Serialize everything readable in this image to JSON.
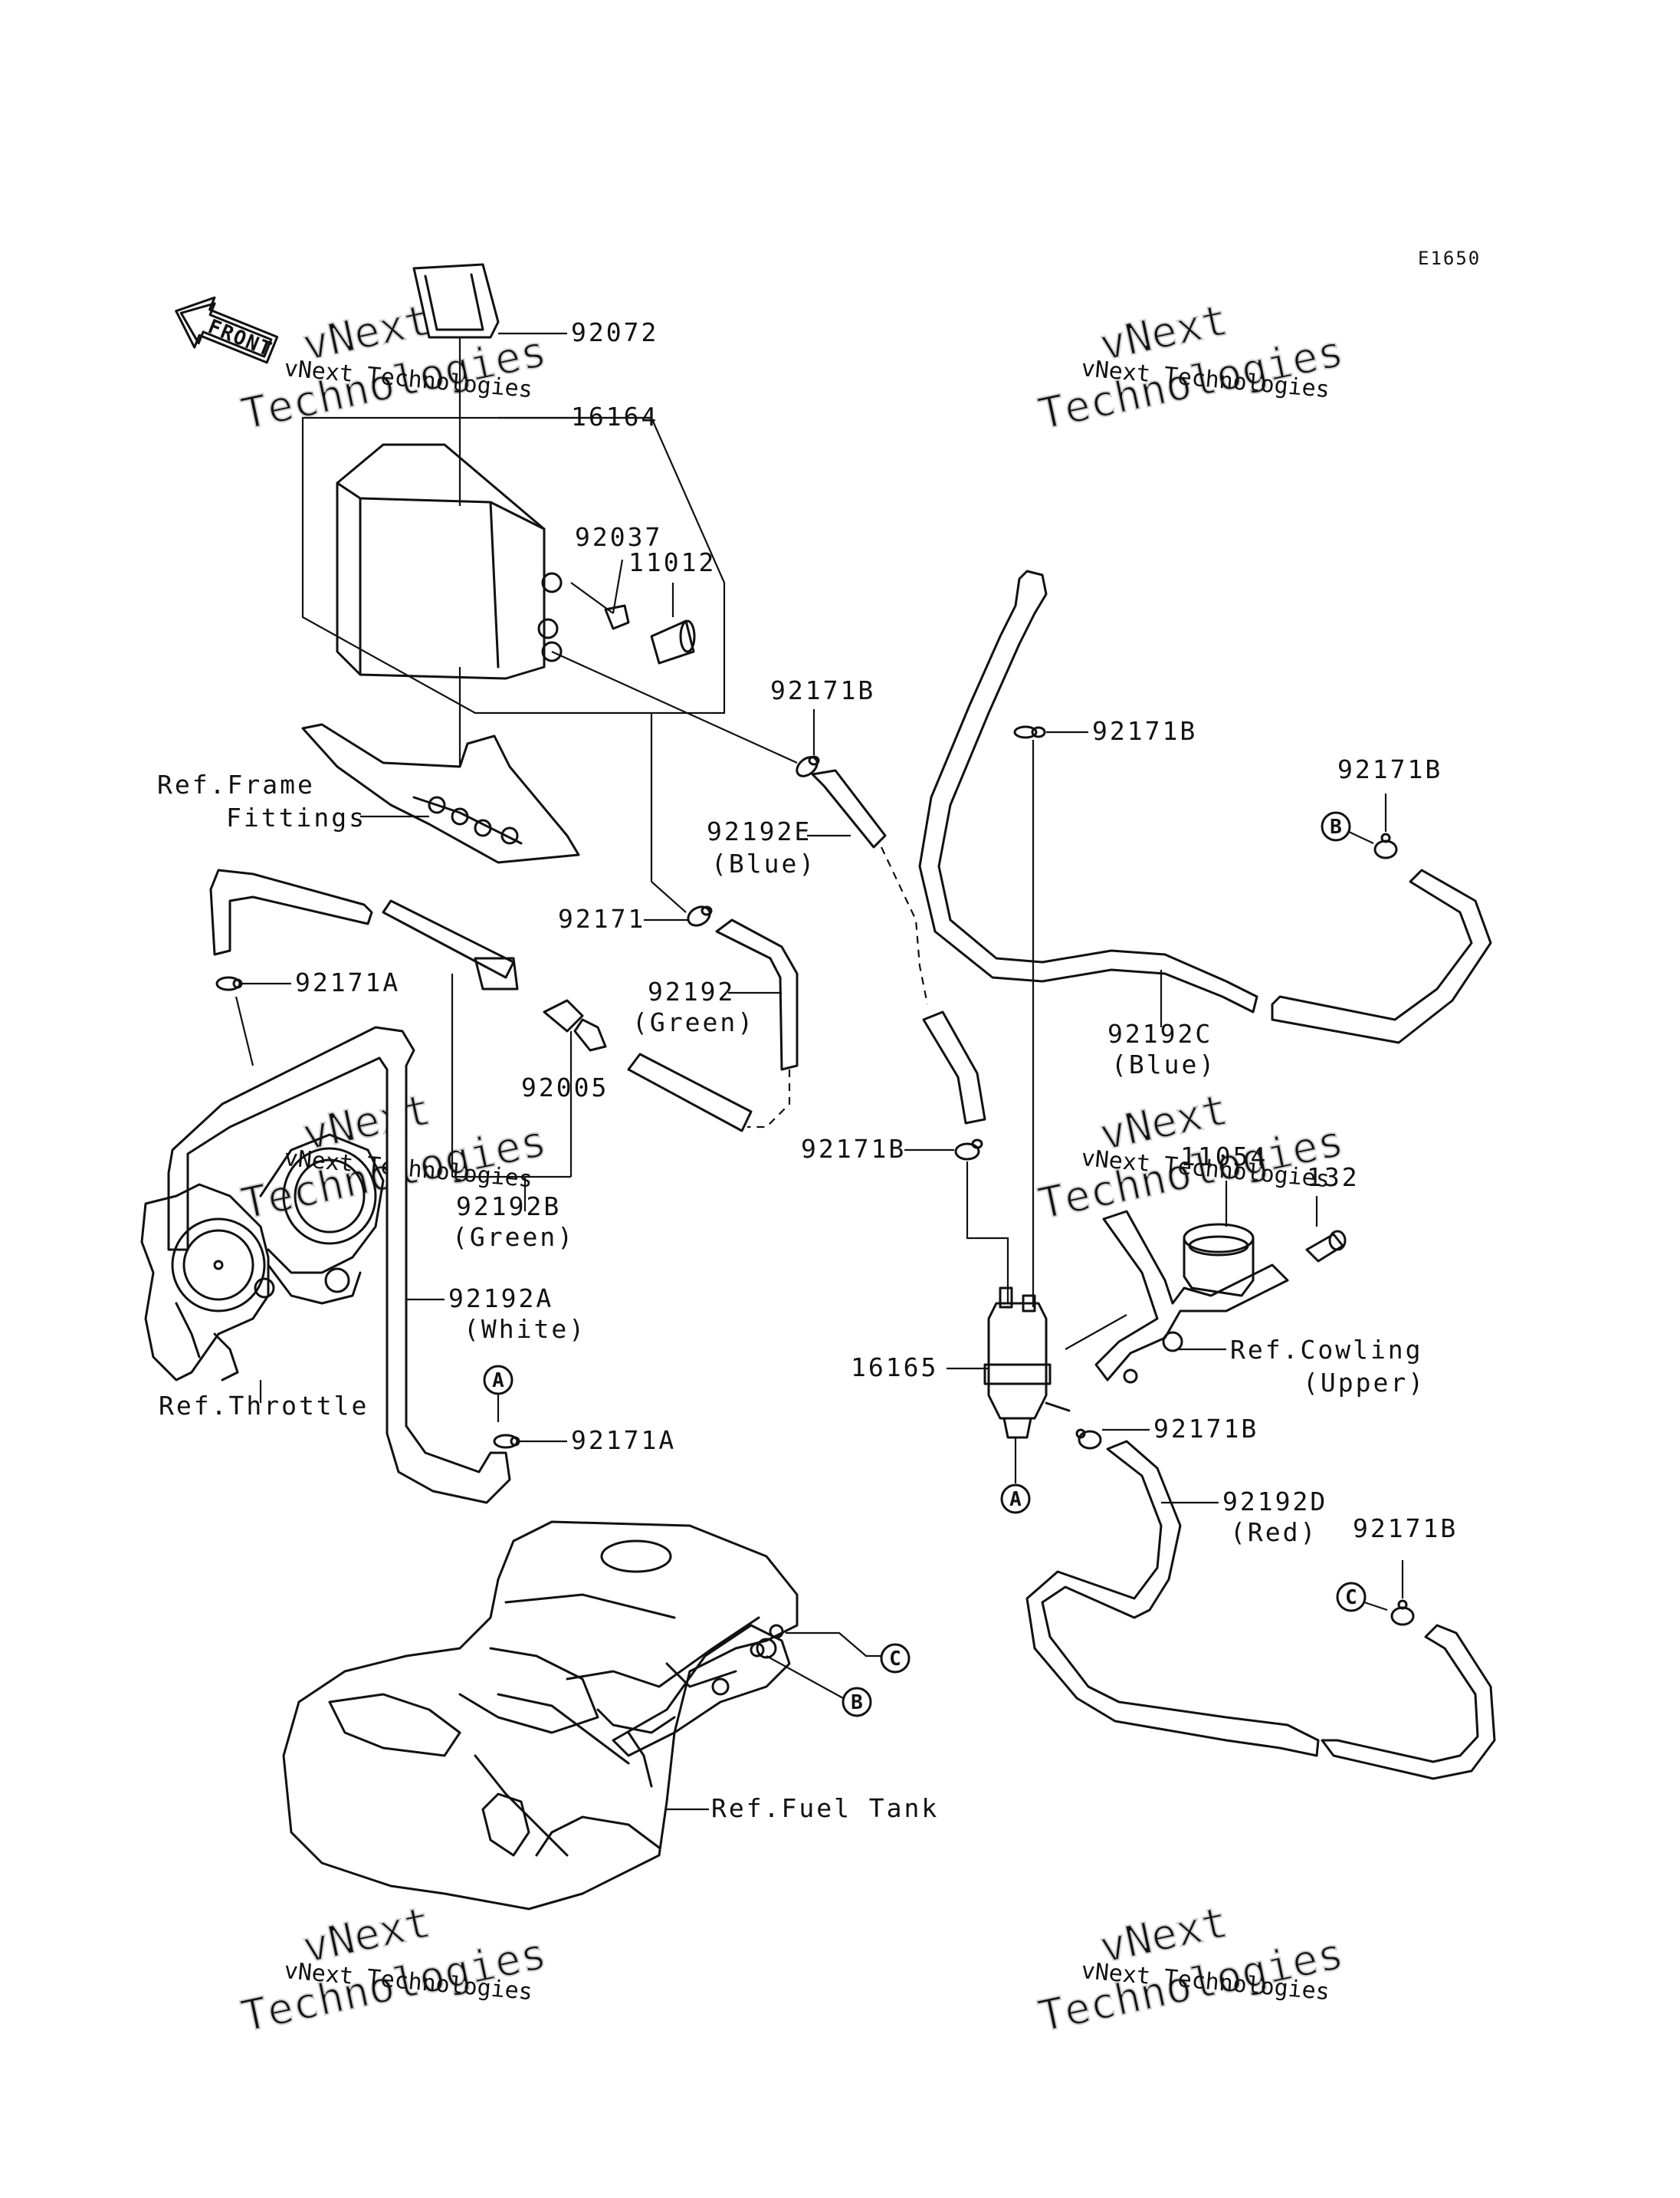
{
  "diagram_code": "E1650",
  "front_label": "FRONT",
  "watermark": {
    "big": "vNext",
    "big2": "Technologies",
    "small": "vNext Technologies"
  },
  "labels": {
    "p92072": "92072",
    "p16164": "16164",
    "p92037": "92037",
    "p11012": "11012",
    "p92171B_a": "92171B",
    "p92171B_b": "92171B",
    "p92171B_c": "92171B",
    "p92171B_d": "92171B",
    "p92171B_e": "92171B",
    "p92171B_f": "92171B",
    "ref_frame_1": "Ref.Frame",
    "ref_frame_2": "Fittings",
    "p92192E": "92192E",
    "p92192E_color": "(Blue)",
    "p92171": "92171",
    "p92192": "92192",
    "p92192_color": "(Green)",
    "p92171A_a": "92171A",
    "p92171A_b": "92171A",
    "p92005": "92005",
    "p92192B": "92192B",
    "p92192B_color": "(Green)",
    "p92192A": "92192A",
    "p92192A_color": "(White)",
    "ref_throttle": "Ref.Throttle",
    "p92192C": "92192C",
    "p92192C_color": "(Blue)",
    "p11054": "11054",
    "p132": "132",
    "ref_cowling_1": "Ref.Cowling",
    "ref_cowling_2": "(Upper)",
    "p16165": "16165",
    "p92192D": "92192D",
    "p92192D_color": "(Red)",
    "ref_fuel_tank": "Ref.Fuel Tank"
  },
  "markers": {
    "A": "A",
    "B": "B",
    "C": "C"
  }
}
